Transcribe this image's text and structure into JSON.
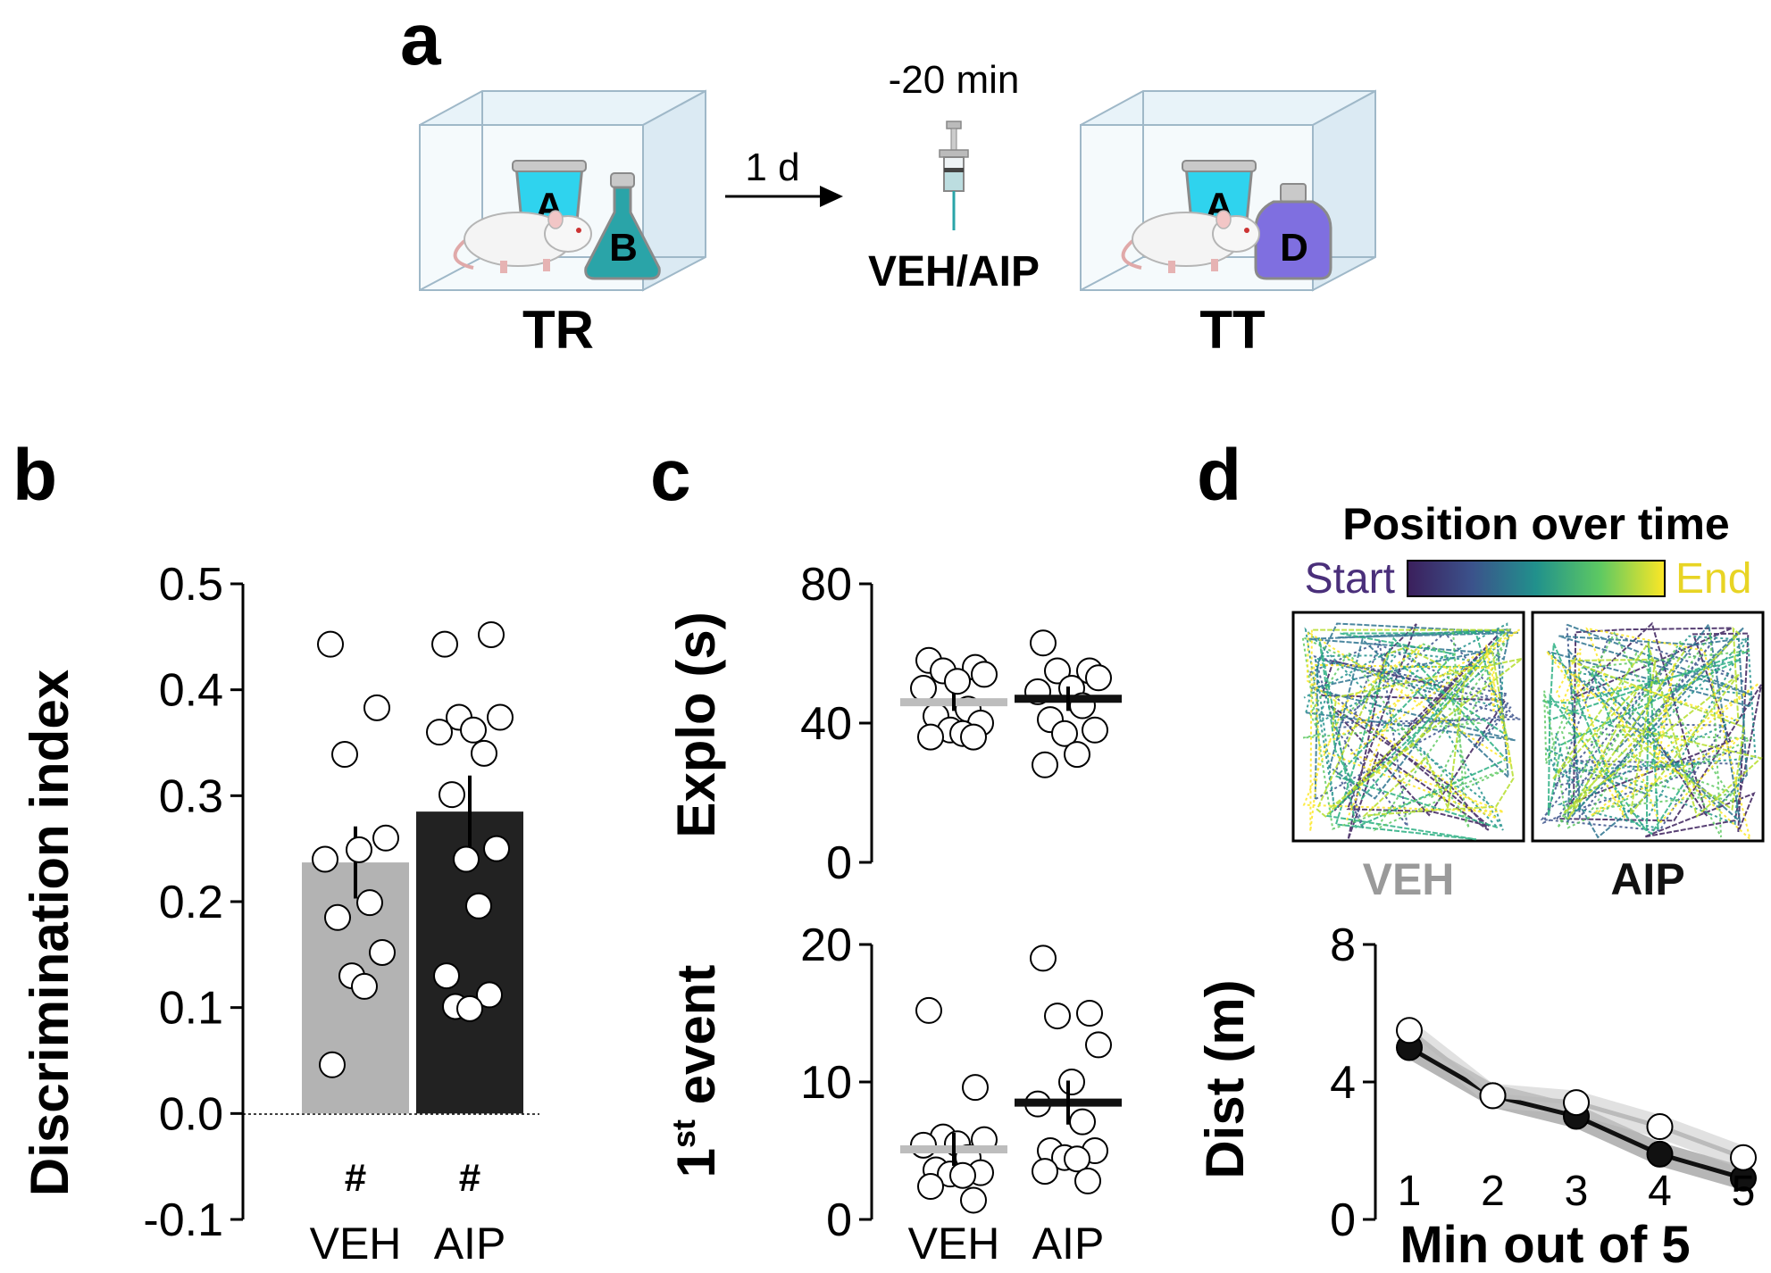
{
  "panel_a": {
    "letter": "a",
    "tr_label": "TR",
    "tt_label": "TT",
    "object_a": "A",
    "object_b": "B",
    "object_d": "D",
    "delay_label": "1 d",
    "injection_time": "-20 min",
    "injection_label": "VEH/AIP",
    "colors": {
      "cup": "#2fd3ee",
      "flask": "#2aa4a8",
      "bottle": "#7f6fe0",
      "box": "#dfeef6"
    }
  },
  "panel_b": {
    "letter": "b"
  },
  "panel_c": {
    "letter": "c"
  },
  "panel_d": {
    "letter": "d",
    "colorbar_title": "Position over time",
    "colorbar_start": "Start",
    "colorbar_end": "End",
    "arena_labels": [
      "VEH",
      "AIP"
    ],
    "colors": {
      "veh": "#9a9a9a",
      "aip": "#111111",
      "start": "#4a2f7a",
      "end": "#e8d424"
    }
  },
  "chart_data": [
    {
      "id": "b",
      "type": "bar",
      "ylabel": "Discrimination index",
      "ylim": [
        -0.1,
        0.5
      ],
      "yticks": [
        -0.1,
        0.0,
        0.1,
        0.2,
        0.3,
        0.4,
        0.5
      ],
      "ytick_labels": [
        "-0.1",
        "0.0",
        "0.1",
        "0.2",
        "0.3",
        "0.4",
        "0.5"
      ],
      "categories": [
        "VEH",
        "AIP"
      ],
      "values": [
        0.237,
        0.285
      ],
      "sem": [
        0.034,
        0.034
      ],
      "points": [
        [
          0.443,
          0.383,
          0.339,
          0.26,
          0.249,
          0.24,
          0.199,
          0.185,
          0.152,
          0.13,
          0.12,
          0.046
        ],
        [
          0.443,
          0.452,
          0.374,
          0.374,
          0.362,
          0.36,
          0.34,
          0.301,
          0.25,
          0.24,
          0.196,
          0.13,
          0.112,
          0.101,
          0.099
        ]
      ],
      "significance": [
        "#",
        "#"
      ],
      "colors": [
        "#b3b3b3",
        "#222222"
      ],
      "zero_line": "dotted"
    },
    {
      "id": "c-top",
      "type": "scatter",
      "ylabel": "Explo (s)",
      "ylim": [
        0,
        80
      ],
      "yticks": [
        0,
        40,
        80
      ],
      "ytick_labels": [
        "0",
        "40",
        "80"
      ],
      "categories": [
        "VEH",
        "AIP"
      ],
      "means": [
        46,
        47
      ],
      "sem": [
        2.5,
        3.5
      ],
      "points": [
        [
          58,
          56,
          55,
          54,
          52,
          50,
          44,
          42,
          40,
          38,
          37,
          36,
          36
        ],
        [
          63,
          55,
          55,
          53,
          50,
          49,
          45,
          41,
          38,
          37,
          31,
          28
        ]
      ],
      "colors": [
        "#bdbdbd",
        "#111111"
      ]
    },
    {
      "id": "c-bottom",
      "type": "scatter",
      "ylabel": "1st event",
      "ylabel_main": "1",
      "ylabel_sup": "st",
      "ylabel_rest": " event",
      "ylim": [
        0,
        20
      ],
      "yticks": [
        0,
        10,
        20
      ],
      "ytick_labels": [
        "0",
        "10",
        "20"
      ],
      "categories": [
        "VEH",
        "AIP"
      ],
      "means": [
        5.1,
        8.5
      ],
      "sem": [
        1.2,
        1.6
      ],
      "points": [
        [
          15.2,
          9.6,
          6.0,
          5.8,
          5.5,
          5.4,
          4.5,
          3.6,
          3.4,
          3.3,
          3.2,
          2.4,
          1.4
        ],
        [
          19.0,
          15.0,
          14.8,
          12.7,
          10.0,
          8.4,
          7.1,
          5.0,
          5.0,
          4.5,
          4.4,
          3.5,
          2.8
        ]
      ],
      "colors": [
        "#bdbdbd",
        "#111111"
      ]
    },
    {
      "id": "d",
      "type": "line",
      "xlabel": "Min out of 5",
      "ylabel": "Dist (m)",
      "x": [
        1,
        2,
        3,
        4,
        5
      ],
      "ylim": [
        0,
        8
      ],
      "yticks": [
        0,
        4,
        8
      ],
      "ytick_labels": [
        "0",
        "4",
        "8"
      ],
      "xtick_labels": [
        "1",
        "2",
        "3",
        "4",
        "5"
      ],
      "series": [
        {
          "values": [
            5.0,
            3.6,
            3.0,
            1.9,
            1.2
          ],
          "color": "#111111",
          "marker": "filled"
        },
        {
          "values": [
            5.5,
            3.6,
            3.4,
            2.7,
            1.8
          ],
          "color": "#ffffff",
          "marker": "open"
        }
      ],
      "band_colors": [
        "#7a7a7a",
        "#c8c8c8"
      ]
    }
  ]
}
